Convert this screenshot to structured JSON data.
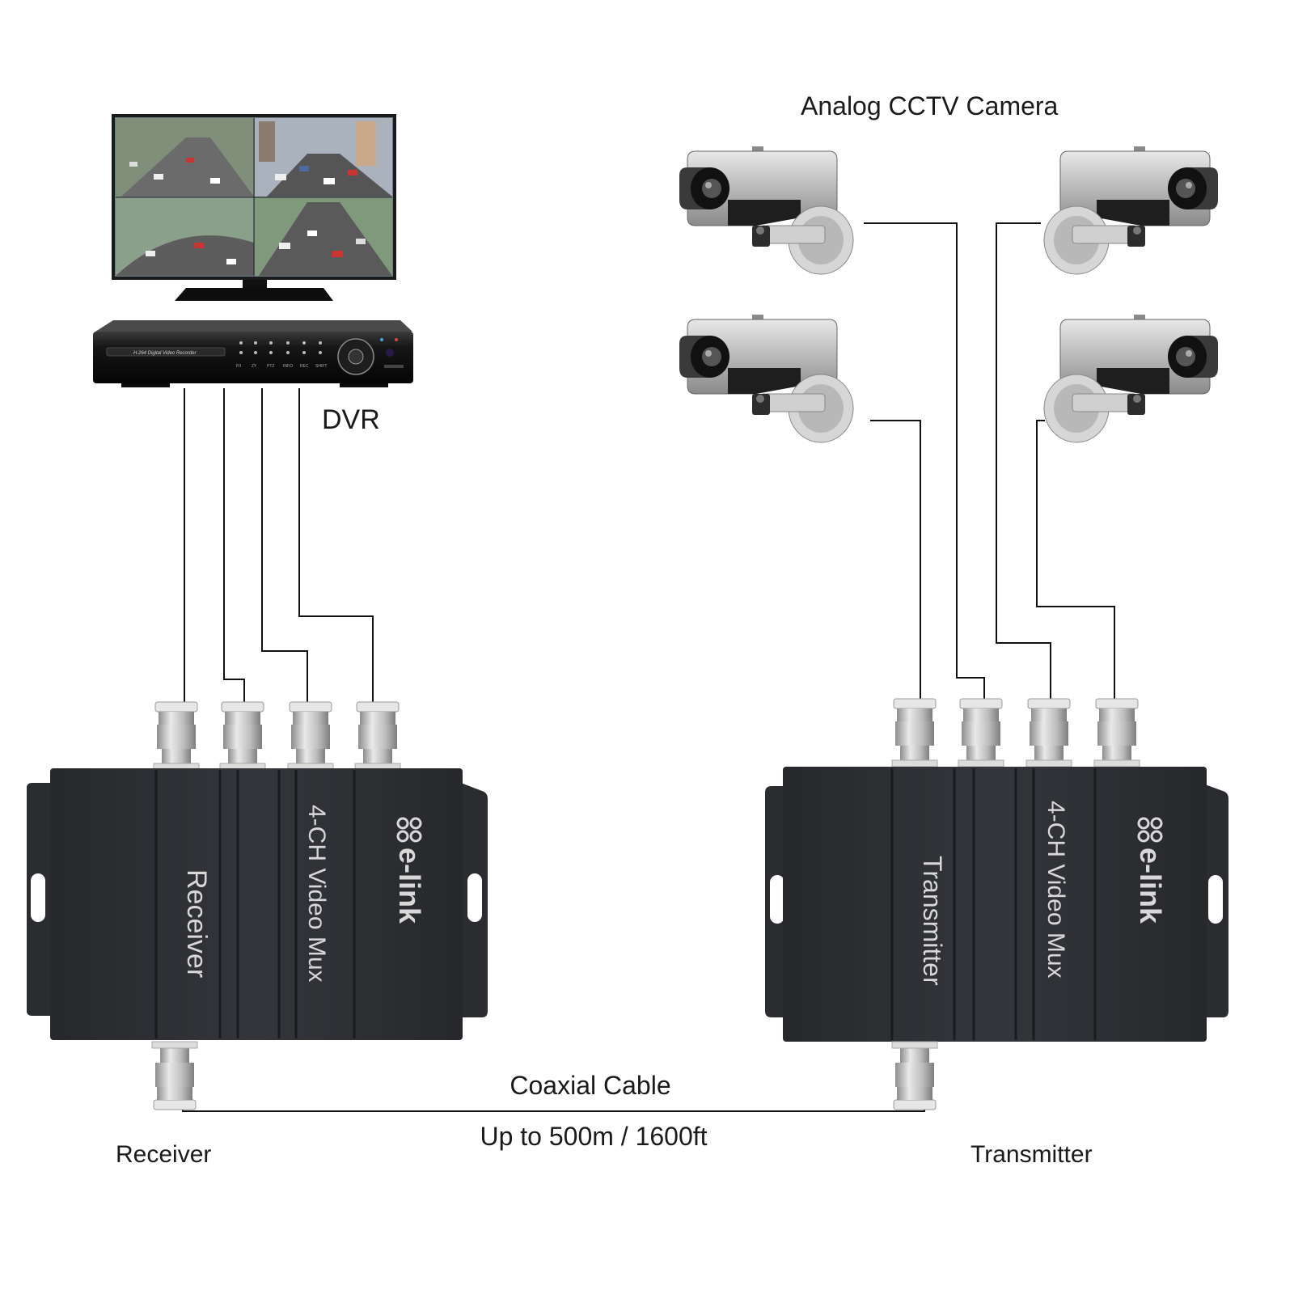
{
  "labels": {
    "camera_heading": "Analog CCTV Camera",
    "dvr": "DVR",
    "coaxial_cable": "Coaxial Cable",
    "distance": "Up to 500m / 1600ft",
    "receiver": "Receiver",
    "transmitter": "Transmitter"
  },
  "dvr_panel": {
    "model_text": "H.264 Digital Video Recorder",
    "buttons": [
      "P/I",
      "ZY",
      "PTZ",
      "INFO",
      "REC",
      "SHIFT"
    ]
  },
  "receiver_unit": {
    "brand": "e-link",
    "model": "4-CH Video Mux",
    "role": "Receiver"
  },
  "transmitter_unit": {
    "brand": "e-link",
    "model": "4-CH Video Mux",
    "role": "Transmitter"
  },
  "colors": {
    "unit_body": "#2b2d31",
    "unit_rib": "#1f2024",
    "connector": "#b9b9b9",
    "camera_silver": "#c9c9c9",
    "camera_dark": "#2a2a2a",
    "wire": "#111111"
  }
}
